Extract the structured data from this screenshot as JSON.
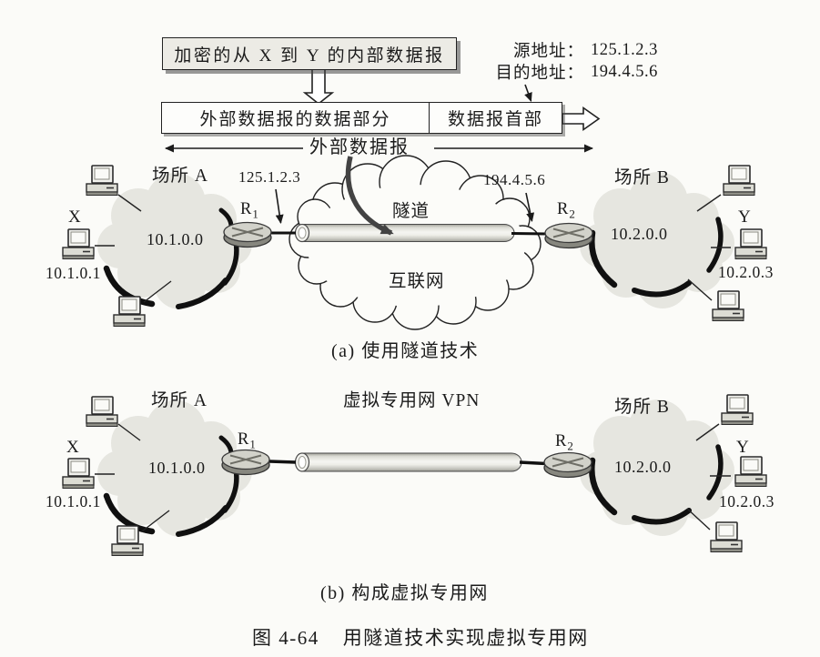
{
  "figure": {
    "caption_a": "(a) 使用隧道技术",
    "caption_b": "(b) 构成虚拟专用网",
    "caption_num": "图 4-64",
    "caption_title": "用隧道技术实现虚拟专用网"
  },
  "packet": {
    "inner_box": "加密的从 X 到 Y 的内部数据报",
    "outer_data_part": "外部数据报的数据部分",
    "outer_header": "数据报首部",
    "src_label": "源地址：",
    "src_value": "125.1.2.3",
    "dst_label": "目的地址：",
    "dst_value": "194.4.5.6",
    "outer_span": "外部数据报"
  },
  "section_a": {
    "site_a": "场所 A",
    "site_b": "场所 B",
    "net_a": "10.1.0.0",
    "net_b": "10.2.0.0",
    "host_x": "X",
    "host_x_ip": "10.1.0.1",
    "host_y": "Y",
    "host_y_ip": "10.2.0.3",
    "router1": "R",
    "router1_sub": "1",
    "router2": "R",
    "router2_sub": "2",
    "r1_ip": "125.1.2.3",
    "r2_ip": "194.4.5.6",
    "tunnel": "隧道",
    "internet": "互联网"
  },
  "section_b": {
    "site_a": "场所 A",
    "site_b": "场所 B",
    "net_a": "10.1.0.0",
    "net_b": "10.2.0.0",
    "host_x": "X",
    "host_x_ip": "10.1.0.1",
    "host_y": "Y",
    "host_y_ip": "10.2.0.3",
    "router1": "R",
    "router1_sub": "1",
    "router2": "R",
    "router2_sub": "2",
    "vpn": "虚拟专用网 VPN"
  },
  "icons": [
    "computer-icon",
    "router-icon",
    "cloud-icon",
    "tunnel-icon",
    "arrow-icon"
  ],
  "colors": {
    "paper": "#fbfbf8",
    "ink": "#1b1b1b",
    "cloud_fill": "#e6e6e0",
    "inner_box_fill": "#ecebe5",
    "tunnel_light": "#f5f5f1",
    "tunnel_dark": "#9f9f97",
    "arrow_gray": "#434343"
  }
}
